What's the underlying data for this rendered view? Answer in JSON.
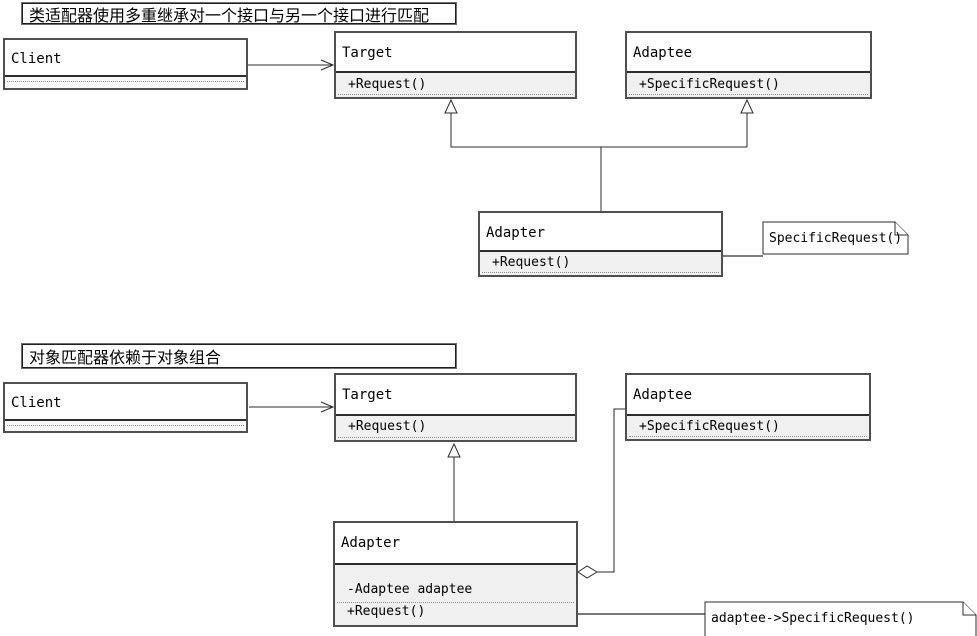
{
  "colors": {
    "box_border": "#4f4f4f",
    "compartment_fill": "#f0f0f0",
    "line": "#2b2b2b",
    "note_border": "#2e2e2e",
    "note_connector": "#7d7d7d"
  },
  "diagram_top": {
    "caption": "类适配器使用多重继承对一个接口与另一个接口进行匹配",
    "classes": {
      "client": {
        "name": "Client"
      },
      "target": {
        "name": "Target",
        "methods": [
          "+Request()"
        ]
      },
      "adaptee": {
        "name": "Adaptee",
        "methods": [
          "+SpecificRequest()"
        ]
      },
      "adapter": {
        "name": "Adapter",
        "methods": [
          "+Request()"
        ]
      }
    },
    "note": {
      "text": "SpecificRequest()"
    }
  },
  "diagram_bottom": {
    "caption": "对象匹配器依赖于对象组合",
    "classes": {
      "client": {
        "name": "Client"
      },
      "target": {
        "name": "Target",
        "methods": [
          "+Request()"
        ]
      },
      "adaptee": {
        "name": "Adaptee",
        "methods": [
          "+SpecificRequest()"
        ]
      },
      "adapter": {
        "name": "Adapter",
        "attributes": [
          "-Adaptee adaptee"
        ],
        "methods": [
          "+Request()"
        ]
      }
    },
    "note": {
      "text": "adaptee->SpecificRequest()"
    }
  }
}
